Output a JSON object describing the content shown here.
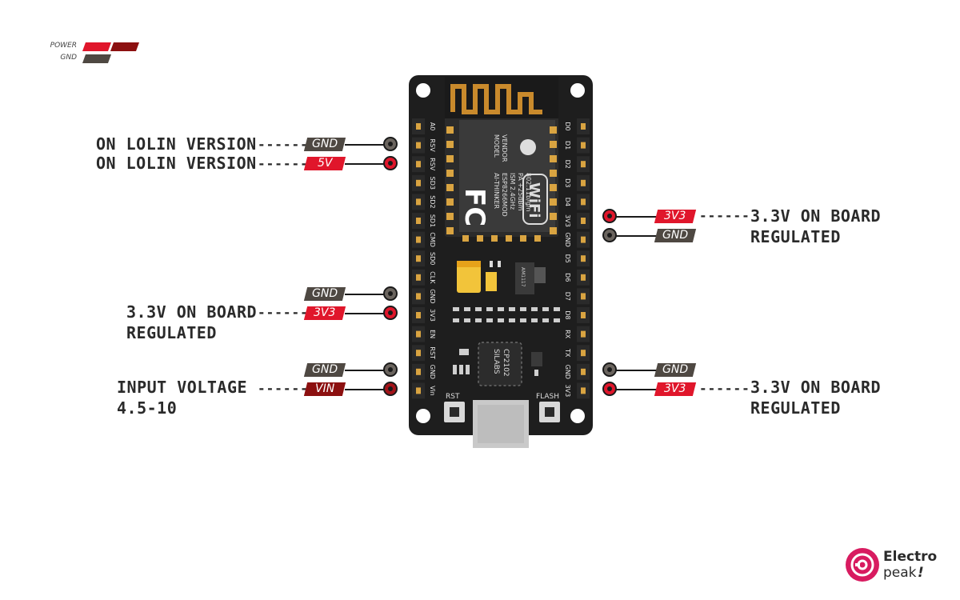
{
  "legend": {
    "power": "POWER",
    "gnd": "GND"
  },
  "colors": {
    "power": "#e0162b",
    "gnd": "#4e4842",
    "vin": "#8c1010",
    "board": "#1e1e1e",
    "antenna": "#c98a2c"
  },
  "callouts": {
    "lolin_gnd": "ON LOLIN VERSION",
    "lolin_5v": "ON LOLIN VERSION",
    "right_top_l1": "3.3V ON BOARD",
    "right_top_l2": "REGULATED",
    "left_3v3_l1": "3.3V ON BOARD",
    "left_3v3_l2": "REGULATED",
    "vin_l1": "INPUT VOLTAGE",
    "vin_l2": "4.5-10",
    "right_bottom_l1": "3.3V ON BOARD",
    "right_bottom_l2": "REGULATED",
    "dashes": "------"
  },
  "tags": {
    "left_gnd_1": "GND",
    "left_5v": "5V",
    "left_gnd_2": "GND",
    "left_3v3": "3V3",
    "left_gnd_3": "GND",
    "left_vin": "VIN",
    "right_3v3_1": "3V3",
    "right_gnd_1": "GND",
    "right_gnd_2": "GND",
    "right_3v3_2": "3V3"
  },
  "board": {
    "left_pins": [
      "A0",
      "RSV",
      "RSV",
      "SD3",
      "SD2",
      "SD1",
      "CMD",
      "SD0",
      "CLK",
      "GND",
      "3V3",
      "EN",
      "RST",
      "GND",
      "Vin"
    ],
    "right_pins": [
      "D0",
      "D1",
      "D2",
      "D3",
      "D4",
      "3V3",
      "GND",
      "D5",
      "D6",
      "D7",
      "D8",
      "RX",
      "TX",
      "GND",
      "3V3"
    ],
    "module_text": [
      "MODEL",
      "VENDOR",
      "ISM 2.4GHz",
      "PA +25dBm",
      "802.11b/g/n"
    ],
    "module_text2": [
      "ESP8266MOD",
      "AI-THINKER"
    ],
    "fc_mark": "FC",
    "wifi_mark": "WiFi",
    "regulator": "AM1117",
    "usb_chip_1": "SILABS",
    "usb_chip_2": "CP2102",
    "rst_label": "RST",
    "flash_label": "FLASH"
  },
  "brand": {
    "line1": "Electro",
    "line2": "peak",
    "mark": "!"
  }
}
